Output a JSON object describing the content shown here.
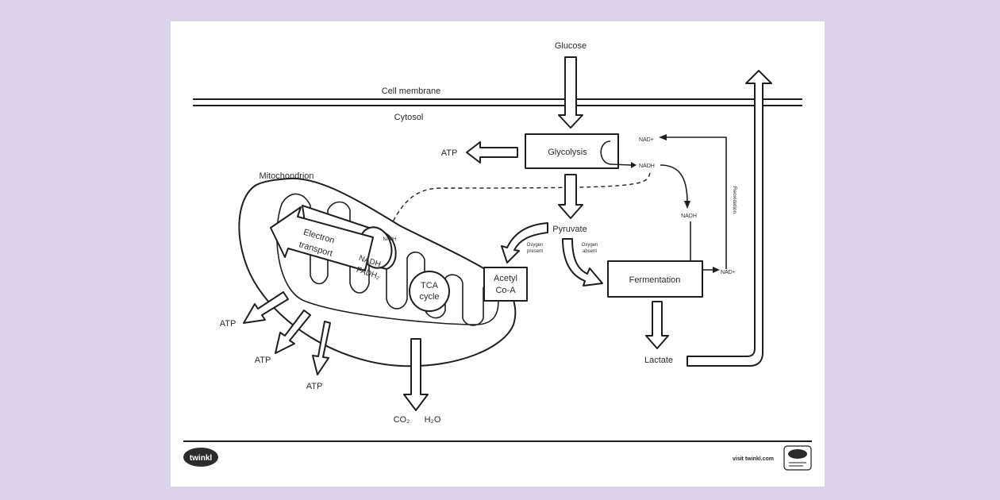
{
  "labels": {
    "glucose": "Glucose",
    "cell_membrane": "Cell membrane",
    "cytosol": "Cytosol",
    "atp_glycolysis": "ATP",
    "glycolysis": "Glycolysis",
    "nad_plus_top": "NAD+",
    "nadh_top": "NADH",
    "mitochondrion": "Mitochondrion",
    "nadh_small": "NADH",
    "nadh_right": "NADH",
    "reoxidation": "Reoxidation",
    "pyruvate": "Pyruvate",
    "oxygen_present_1": "Oxygen",
    "oxygen_present_2": "present",
    "oxygen_absent_1": "Oxygen",
    "oxygen_absent_2": "absent",
    "nad_plus_ferm": "NAD+",
    "fermentation": "Fermentation",
    "electron_1": "Electron",
    "electron_2": "transport",
    "nadh_mito": "NADH",
    "fadh2_mito": "FADH₂",
    "tca_1": "TCA",
    "tca_2": "cycle",
    "acetyl_1": "Acetyl",
    "acetyl_2": "Co-A",
    "atp_1": "ATP",
    "atp_2": "ATP",
    "atp_3": "ATP",
    "co2": "CO₂",
    "h2o": "H₂O",
    "lactate": "Lactate"
  },
  "footer": {
    "logo": "twinkl",
    "url": "visit twinkl.com"
  },
  "colors": {
    "background": "#dcd3eb",
    "paper": "#ffffff",
    "ink": "#1e1e1e",
    "logo": "#2b2b2b"
  }
}
